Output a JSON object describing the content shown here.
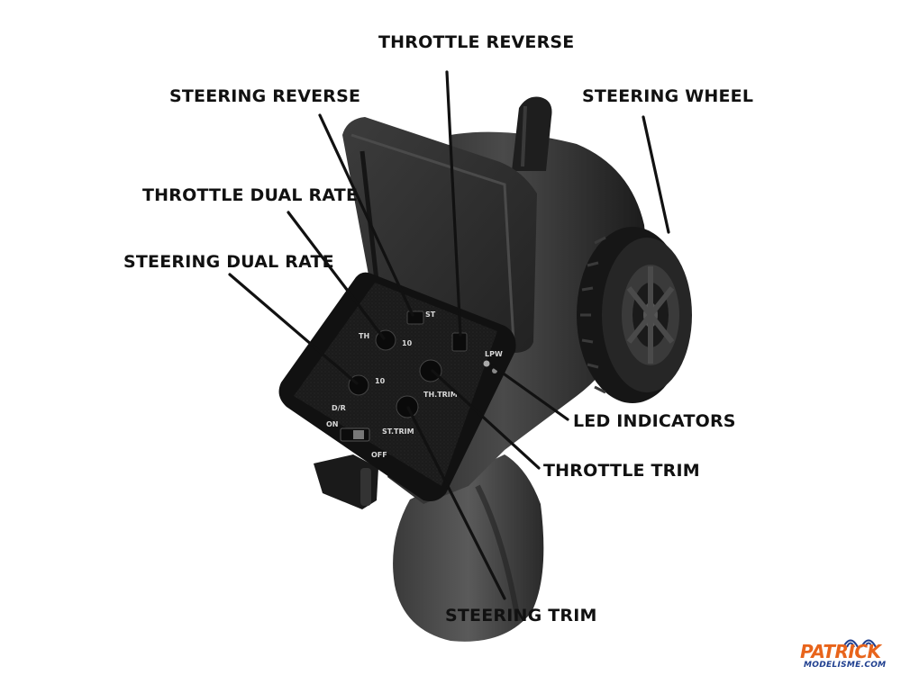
{
  "labels": {
    "throttle_reverse": "THROTTLE REVERSE",
    "steering_reverse": "STEERING REVERSE",
    "steering_wheel": "STEERING WHEEL",
    "throttle_dual_rate": "THROTTLE DUAL RATE",
    "steering_dual_rate": "STEERING DUAL RATE",
    "led_indicators": "LED INDICATORS",
    "throttle_trim": "THROTTLE TRIM",
    "steering_trim": "STEERING TRIM"
  },
  "panel_text": {
    "dr": "D/R",
    "on": "ON",
    "off": "OFF",
    "th_trim": "TH.TRIM",
    "st_trim": "ST.TRIM",
    "ten_a": "10",
    "ten_b": "10",
    "th": "TH",
    "st_sw": "ST",
    "lpw": "LPW"
  },
  "logo": {
    "top": "PATRICK",
    "bottom": "MODELISME.COM",
    "color_top": "#e8641b",
    "color_bottom": "#1f3f8f"
  }
}
